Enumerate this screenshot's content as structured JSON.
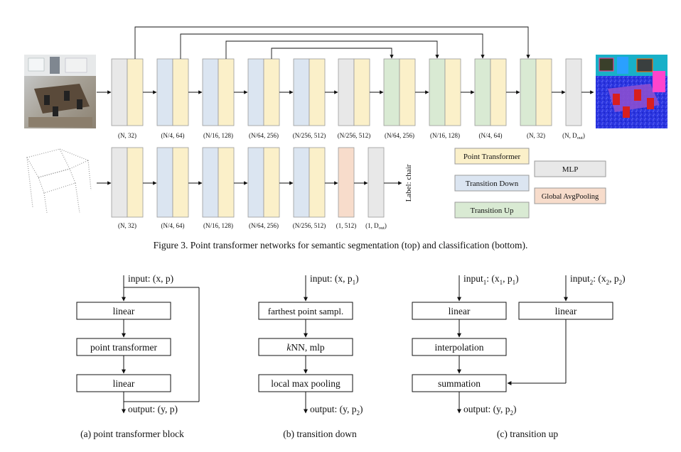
{
  "colors": {
    "point_transformer": "#fbf0c9",
    "transition_down": "#dbe5f1",
    "transition_up": "#d9ead3",
    "mlp": "#e8e8e8",
    "global_avgpooling": "#f7dccb",
    "block_border": "#9a9a9a",
    "line": "#111111"
  },
  "segmentation": {
    "input_image": "indoor-scene-photo",
    "output_image": "segmented-scene",
    "stages": [
      {
        "kind": "td_pt",
        "left": "mlp",
        "label": "(N, 32)"
      },
      {
        "kind": "td_pt",
        "left": "transition_down",
        "label": "(N/4, 64)"
      },
      {
        "kind": "td_pt",
        "left": "transition_down",
        "label": "(N/16, 128)"
      },
      {
        "kind": "td_pt",
        "left": "transition_down",
        "label": "(N/64, 256)"
      },
      {
        "kind": "td_pt",
        "left": "transition_down",
        "label": "(N/256, 512)"
      },
      {
        "kind": "td_pt",
        "left": "mlp",
        "label": "(N/256, 512)"
      },
      {
        "kind": "tu_pt",
        "left": "transition_up",
        "label": "(N/64, 256)"
      },
      {
        "kind": "tu_pt",
        "left": "transition_up",
        "label": "(N/16, 128)"
      },
      {
        "kind": "tu_pt",
        "left": "transition_up",
        "label": "(N/4, 64)"
      },
      {
        "kind": "tu_pt",
        "left": "transition_up",
        "label": "(N, 32)"
      },
      {
        "kind": "single",
        "left": "mlp",
        "label": "(N, D",
        "label_sub": "out",
        "label_end": ")"
      }
    ]
  },
  "classification": {
    "input_image": "chair-point-cloud",
    "output_label": "Label: chair",
    "stages": [
      {
        "label": "(N, 32)"
      },
      {
        "label": "(N/4, 64)"
      },
      {
        "label": "(N/16, 128)"
      },
      {
        "label": "(N/64, 256)"
      },
      {
        "label": "(N/256, 512)"
      },
      {
        "label": "(1, 512)"
      },
      {
        "label": "(1, D",
        "label_sub": "out",
        "label_end": ")"
      }
    ]
  },
  "legend": {
    "point_transformer": "Point Transformer",
    "transition_down": "Transition Down",
    "transition_up": "Transition Up",
    "mlp": "MLP",
    "global_avgpooling": "Global AvgPooling"
  },
  "figure_caption": "Figure 3. Point transformer networks for semantic segmentation (top) and classification (bottom).",
  "block_a": {
    "input": "input: (x, p)",
    "box1": "linear",
    "box2": "point transformer",
    "box3": "linear",
    "output": "output: (y, p)",
    "caption": "(a) point transformer block"
  },
  "block_b": {
    "input_pre": "input: (x, p",
    "input_sub": "1",
    "input_post": ")",
    "box1": "farthest point sampl.",
    "box2_italic": "k",
    "box2_rest": "NN, mlp",
    "box3": "local max pooling",
    "output_pre": "output: (y, p",
    "output_sub": "2",
    "output_post": ")",
    "caption": "(b) transition down"
  },
  "block_c": {
    "input1_pre": "input",
    "input1_sub": "1",
    "input1_mid": ": (x",
    "input1_sub2": "1",
    "input1_mid2": ", p",
    "input1_sub3": "1",
    "input1_post": ")",
    "input2_pre": "input",
    "input2_sub": "2",
    "input2_mid": ": (x",
    "input2_sub2": "2",
    "input2_mid2": ", p",
    "input2_sub3": "2",
    "input2_post": ")",
    "box1": "linear",
    "box2": "interpolation",
    "box3": "summation",
    "box4": "linear",
    "output_pre": "output: (y, p",
    "output_sub": "2",
    "output_post": ")",
    "caption": "(c) transition up"
  }
}
